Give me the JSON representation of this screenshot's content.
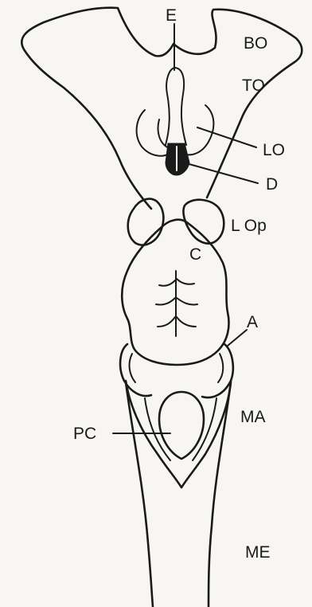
{
  "labels": {
    "E": "E",
    "BO": "BO",
    "TO": "TO",
    "LO": "LO",
    "D": "D",
    "LOp": "L Op",
    "C": "C",
    "A": "A",
    "MA": "MA",
    "PC": "PC",
    "ME": "ME"
  },
  "colors": {
    "ink": "#1a1a1a",
    "paper": "#f7f6f2"
  }
}
